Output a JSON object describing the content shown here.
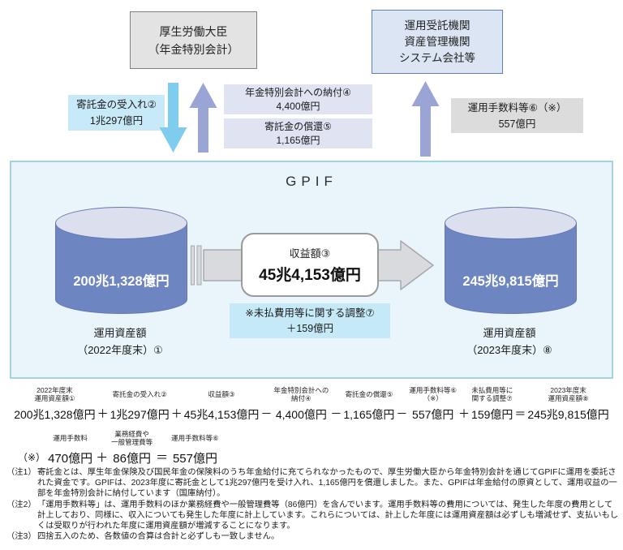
{
  "colors": {
    "page_bg": "#ffffff",
    "mhlw_box_bg": "#e3e3e3",
    "mhlw_box_border": "#7f7f7f",
    "trustee_box_bg": "#dbe5f3",
    "trustee_box_border": "#5f7fb5",
    "cyan_label_bg": "#c8e9f8",
    "lavender_label_bg": "#dfe3f2",
    "gray_label_bg": "#dcdcdd",
    "down_arrow": "#7ecdee",
    "up_arrow": "#9aa5d5",
    "flow_arrow": "#d8dadd",
    "gpif_bg": "#e9f4fb",
    "gpif_border": "#a2d3de",
    "cylinder_body": "#6d85c1",
    "cylinder_top": "#dce0ee",
    "cylinder_border": "#6677b2"
  },
  "header": {
    "mhlw_box": {
      "line1": "厚生労働大臣",
      "line2": "（年金特別会計）"
    },
    "trustee_box": {
      "line1": "運用受託機関",
      "line2": "資産管理機関",
      "line3": "システム会社等"
    }
  },
  "flows": {
    "deposit_in": {
      "label": "寄託金の受入れ②",
      "value": "1兆297億円"
    },
    "payment": {
      "label": "年金特別会計への納付④",
      "value": "4,400億円"
    },
    "redemption": {
      "label": "寄託金の償還⑤",
      "value": "1,165億円"
    },
    "fees": {
      "label": "運用手数料等⑥（※）",
      "value": "557億円"
    }
  },
  "gpif": {
    "title": "GPIF",
    "left_cylinder": {
      "value": "200兆1,328億円",
      "caption1": "運用資産額",
      "caption2": "（2022年度末）①"
    },
    "right_cylinder": {
      "value": "245兆9,815億円",
      "caption1": "運用資産額",
      "caption2": "（2023年度末）⑧"
    },
    "income_box": {
      "label": "収益額③",
      "value": "45兆4,153億円"
    },
    "adjustment_box": {
      "line1": "※未払費用等に関する調整⑦",
      "line2": "＋159億円"
    }
  },
  "equation": {
    "terms": [
      {
        "label": "2022年度末\n運用資産額①",
        "value": "200兆1,328億円"
      },
      {
        "label": "寄託金の受入れ②",
        "value": "1兆297億円"
      },
      {
        "label": "収益額③",
        "value": "45兆4,153億円"
      },
      {
        "label": "年金特別会計への\n納付④",
        "value": "4,400億円"
      },
      {
        "label": "寄託金の償還⑤",
        "value": "1,165億円"
      },
      {
        "label": "運用手数料等⑥\n（※）",
        "value": "557億円"
      },
      {
        "label": "未払費用等に\n関する調整⑦",
        "value": "159億円"
      },
      {
        "label": "2023年度末\n運用資産額⑧",
        "value": "245兆9,815億円"
      }
    ],
    "operators": [
      "＋",
      "＋",
      "－",
      "－",
      "－",
      "＋",
      "＝"
    ]
  },
  "fee_equation": {
    "prefix": "（※）",
    "terms": [
      {
        "label": "運用手数料",
        "value": "470億円"
      },
      {
        "label": "業務経費や\n一般管理費等",
        "value": "86億円"
      },
      {
        "label": "運用手数料等⑥",
        "value": "557億円"
      }
    ],
    "operators": [
      "＋",
      "＝"
    ]
  },
  "notes": [
    {
      "marker": "（注1）",
      "text": "寄託金とは、厚生年金保険及び国民年金の保険料のうち年金給付に充てられなかったもので、厚生労働大臣から年金特別会計を通じてGPIFに運用を委託された資金です。GPIFは、2023年度に寄託金として1兆297億円を受け入れ、1,165億円を償還しました。また、GPIFは年金給付の原資として、運用収益の一部を年金特別会計に納付しています（国庫納付）。"
    },
    {
      "marker": "（注2）",
      "text": "「運用手数料等」は、運用手数料のほか業務経費や一般管理費等（86億円）を含んでいます。運用手数料等の費用については、発生した年度の費用として計上しており、同様に、収入についても発生した年度に計上しています。これらについては、計上した年度には運用資産額は必ずしも増減せず、支払いもしくは受取りが行われた年度に運用資産額が増減することになります。"
    },
    {
      "marker": "（注3）",
      "text": "四捨五入のため、各数値の合算は合計と必ずしも一致しません。"
    }
  ]
}
